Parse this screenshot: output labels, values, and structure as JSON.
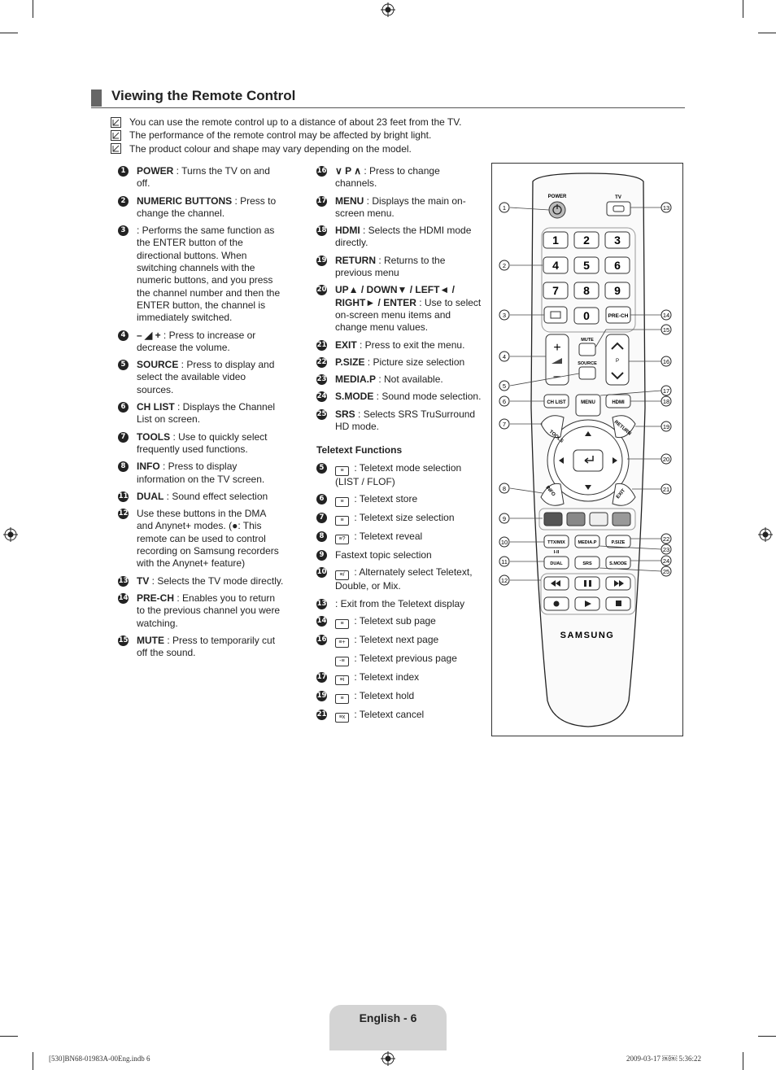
{
  "heading": "Viewing the Remote Control",
  "notes": [
    "You can use the remote control up to a distance of about 23 feet from the TV.",
    "The performance of the remote control may be affected by bright light.",
    "The product colour and shape may vary depending on the model."
  ],
  "left_items": [
    {
      "num": "1",
      "key": "POWER",
      "text": " : Turns the TV on and off."
    },
    {
      "num": "2",
      "key": "NUMERIC BUTTONS",
      "text": " : Press to change the channel."
    },
    {
      "num": "3",
      "key": "",
      "text": " : Performs the same function as the ENTER button of the directional buttons. When switching channels with the numeric buttons, and you press the channel number and then the ENTER button, the channel is immediately switched."
    },
    {
      "num": "4",
      "key": "– ◢ +",
      "text": " : Press to increase or decrease the volume."
    },
    {
      "num": "5",
      "key": "SOURCE",
      "text": " : Press to display and select the available video sources."
    },
    {
      "num": "6",
      "key": "CH LIST",
      "text": " : Displays the Channel List on screen."
    },
    {
      "num": "7",
      "key": "TOOLS",
      "text": " : Use to quickly select frequently used functions."
    },
    {
      "num": "8",
      "key": "INFO",
      "text": " : Press to display information on the TV screen."
    },
    {
      "num": "11",
      "key": "DUAL",
      "text": " : Sound effect selection"
    },
    {
      "num": "12",
      "key": "",
      "text": "Use these buttons in the DMA and Anynet+ modes. (●: This remote can be used to control recording on Samsung recorders with the Anynet+ feature)"
    },
    {
      "num": "13",
      "key": "TV",
      "text": " : Selects the TV mode directly."
    },
    {
      "num": "14",
      "key": "PRE-CH",
      "text": " : Enables you to return to the previous channel you were watching."
    },
    {
      "num": "15",
      "key": "MUTE",
      "text": " : Press to temporarily cut off the sound."
    }
  ],
  "right_items": [
    {
      "num": "16",
      "key": "∨ P ∧",
      "text": " : Press to change channels."
    },
    {
      "num": "17",
      "key": "MENU",
      "text": " : Displays the main on-screen menu."
    },
    {
      "num": "18",
      "key": "HDMI",
      "text": " : Selects the HDMI mode directly."
    },
    {
      "num": "19",
      "key": "RETURN",
      "text": " : Returns to the previous menu"
    },
    {
      "num": "20",
      "key": "UP▲ / DOWN▼ / LEFT◄ / RIGHT► / ENTER",
      "text": " : Use to select on-screen menu items and change menu values."
    },
    {
      "num": "21",
      "key": "EXIT",
      "text": " : Press to exit the menu."
    },
    {
      "num": "22",
      "key": "P.SIZE",
      "text": " : Picture size selection"
    },
    {
      "num": "23",
      "key": "MEDIA.P",
      "text": " : Not available."
    },
    {
      "num": "24",
      "key": "S.MODE",
      "text": " : Sound mode selection."
    },
    {
      "num": "25",
      "key": "SRS",
      "text": " : Selects SRS TruSurround HD mode."
    }
  ],
  "teletext_heading": "Teletext Functions",
  "teletext_items": [
    {
      "num": "5",
      "icon": "≡",
      "text": " : Teletext mode selection (LIST / FLOF)"
    },
    {
      "num": "6",
      "icon": "≡",
      "text": " : Teletext store"
    },
    {
      "num": "7",
      "icon": "≡",
      "text": " : Teletext size selection"
    },
    {
      "num": "8",
      "icon": "≡?",
      "text": " : Teletext reveal"
    },
    {
      "num": "9",
      "icon": "",
      "text": "Fastext topic selection"
    },
    {
      "num": "10",
      "icon": "≡/",
      "text": " : Alternately select Teletext, Double, or Mix."
    },
    {
      "num": "13",
      "icon": "",
      "text": " : Exit from the Teletext display"
    },
    {
      "num": "14",
      "icon": "≡",
      "text": " : Teletext sub page"
    },
    {
      "num": "16",
      "icon": "≡+",
      "text": " : Teletext next page"
    },
    {
      "num": "",
      "icon": "-≡",
      "text": " : Teletext previous page"
    },
    {
      "num": "17",
      "icon": "≡i",
      "text": " : Teletext index"
    },
    {
      "num": "19",
      "icon": "≡",
      "text": " : Teletext hold"
    },
    {
      "num": "21",
      "icon": "≡x",
      "text": " : Teletext cancel"
    }
  ],
  "remote": {
    "power_label": "POWER",
    "tv_label": "TV",
    "digits": [
      "1",
      "2",
      "3",
      "4",
      "5",
      "6",
      "7",
      "8",
      "9",
      "0"
    ],
    "prech": "PRE-CH",
    "mute": "MUTE",
    "source": "SOURCE",
    "p_label": "P",
    "chlist": "CH LIST",
    "menu": "MENU",
    "hdmi": "HDMI",
    "tools": "TOOLS",
    "return": "RETURN",
    "info": "INFO",
    "exit": "EXIT",
    "ttxmix": "TTX/MIX",
    "mediap": "MEDIA.P",
    "psize": "P.SIZE",
    "dual_top": "I-II",
    "dual": "DUAL",
    "srs": "SRS",
    "smode": "S.MODE",
    "brand": "SAMSUNG",
    "callouts_left": [
      "1",
      "2",
      "3",
      "4",
      "5",
      "6",
      "7",
      "8",
      "9",
      "10",
      "11",
      "12"
    ],
    "callouts_right": [
      "13",
      "14",
      "15",
      "16",
      "17",
      "18",
      "19",
      "20",
      "21",
      "22",
      "23",
      "24",
      "25"
    ]
  },
  "footer": "English - 6",
  "print_left": "[530]BN68-01983A-00Eng.indb   6",
  "print_right": "2009-03-17   ￼￼ 5:36:22"
}
